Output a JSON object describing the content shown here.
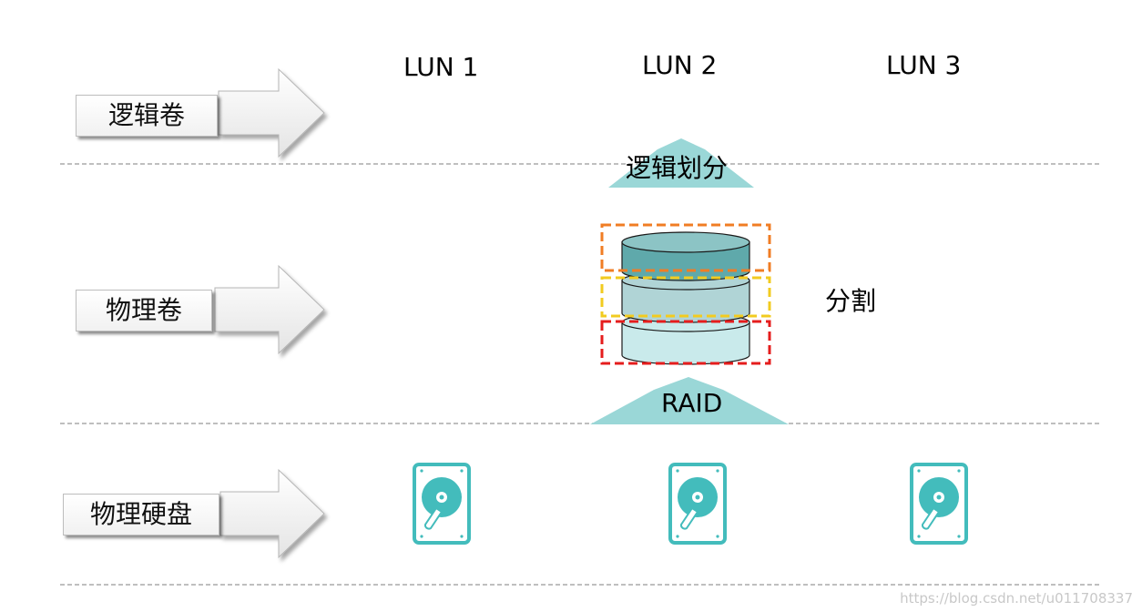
{
  "layers": [
    {
      "label": "逻辑卷"
    },
    {
      "label": "物理卷"
    },
    {
      "label": "物理硬盘"
    }
  ],
  "luns": [
    "LUN 1",
    "LUN 2",
    "LUN 3"
  ],
  "steps": {
    "logical_split": "逻辑划分",
    "raid": "RAID",
    "split": "分割"
  },
  "colors": {
    "teal": "#43bcbc",
    "arrow_fill": "#9ad7d7",
    "disk_top": "#5fa9ab",
    "disk_mid": "#b0d4d6",
    "disk_bottom": "#c9eaeb",
    "orange_box": "#f07d24",
    "yellow_box": "#f2cb20",
    "red_box": "#e51d1d",
    "divider": "#999999"
  },
  "icons": [
    "right-arrow-icon",
    "hard-disk-icon",
    "disk-stack-icon",
    "up-arrow-icon"
  ],
  "watermark": "https://blog.csdn.net/u011708337"
}
